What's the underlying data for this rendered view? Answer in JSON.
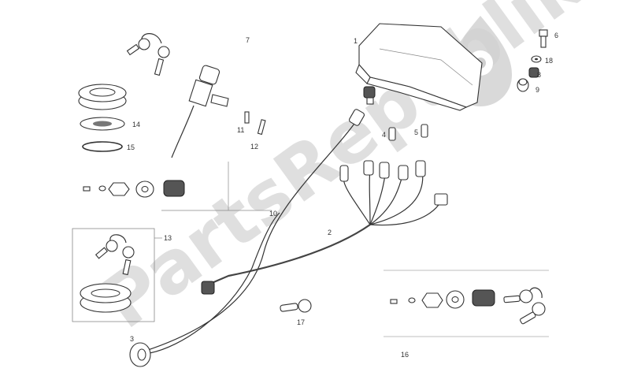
{
  "watermark": "PartsRepublik",
  "callouts": [
    {
      "id": "c1",
      "text": "1"
    },
    {
      "id": "c2",
      "text": "2"
    },
    {
      "id": "c3",
      "text": "3"
    },
    {
      "id": "c4",
      "text": "4"
    },
    {
      "id": "c5",
      "text": "5"
    },
    {
      "id": "c6",
      "text": "6"
    },
    {
      "id": "c7",
      "text": "7"
    },
    {
      "id": "c8",
      "text": "8"
    },
    {
      "id": "c9",
      "text": "9"
    },
    {
      "id": "c10",
      "text": "10"
    },
    {
      "id": "c11",
      "text": "11"
    },
    {
      "id": "c12",
      "text": "12"
    },
    {
      "id": "c13",
      "text": "13"
    },
    {
      "id": "c14",
      "text": "14"
    },
    {
      "id": "c15",
      "text": "15"
    },
    {
      "id": "c16",
      "text": "16"
    },
    {
      "id": "c17",
      "text": "17"
    },
    {
      "id": "c18",
      "text": "18"
    }
  ],
  "icons": {
    "watermark_logo": "gear-drop-logo-icon"
  }
}
